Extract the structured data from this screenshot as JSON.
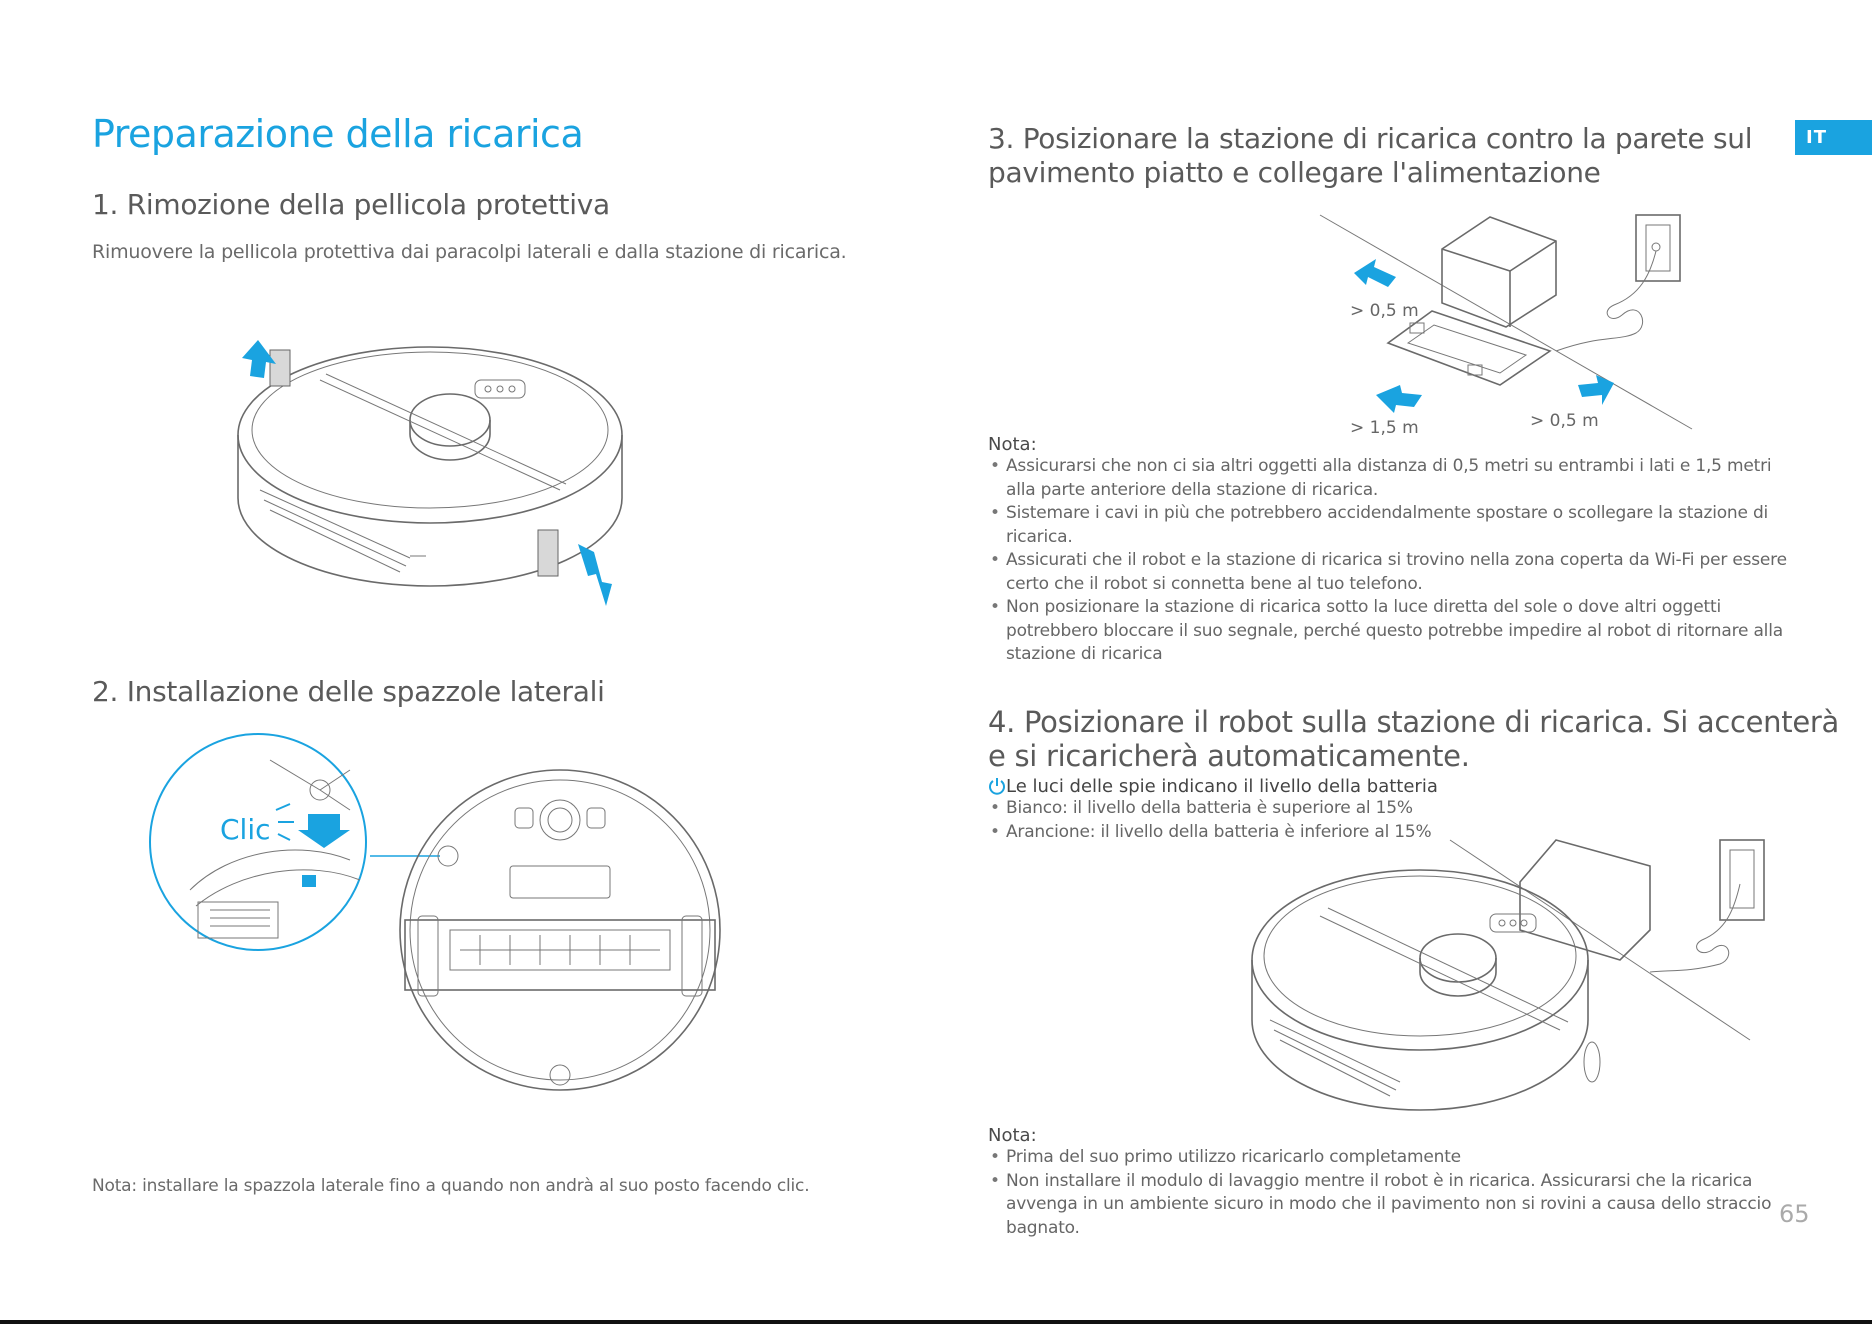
{
  "lang_tab": "IT",
  "page_number": "65",
  "left": {
    "title": "Preparazione della ricarica",
    "section1": {
      "heading": "1. Rimozione della pellicola protettiva",
      "text": "Rimuovere la pellicola protettiva dai paracolpi laterali e dalla stazione di ricarica."
    },
    "section2": {
      "heading": "2. Installazione delle spazzole laterali",
      "clic_label": "Clic",
      "note": "Nota: installare la spazzola laterale fino a quando non andrà al suo posto facendo clic."
    }
  },
  "right": {
    "section3": {
      "heading_line1": "3. Posizionare la stazione di ricarica contro la parete sul",
      "heading_line2": "pavimento piatto e collegare l'alimentazione",
      "dim_left": "> 0,5 m",
      "dim_front": "> 1,5 m",
      "dim_right": "> 0,5 m",
      "note_label": "Nota:",
      "notes": [
        "Assicurarsi che non ci sia altri oggetti alla distanza di 0,5 metri su entrambi i lati  e 1,5 metri alla parte anteriore della stazione di ricarica.",
        "Sistemare i cavi in più che potrebbero accidendalmente spostare o scollegare la stazione di ricarica.",
        "Assicurati che il robot e la stazione di ricarica si trovino nella zona coperta da Wi-Fi per essere certo che il robot si connetta bene al tuo telefono.",
        "Non posizionare la stazione di ricarica sotto la luce diretta del sole o dove altri oggetti potrebbero bloccare il suo segnale, perché questo potrebbe impedire al robot di ritornare alla stazione di ricarica"
      ]
    },
    "section4": {
      "heading_line1": "4.  Posizionare il robot sulla stazione di ricarica. Si accenterà",
      "heading_line2": "e si ricaricherà automaticamente.",
      "indicator_title": "Le luci delle spie indicano il livello della batteria",
      "indicators": [
        "Bianco: il livello della batteria è superiore al 15%",
        "Arancione: il livello della batteria è inferiore al 15%"
      ],
      "note_label": "Nota:",
      "notes": [
        "Prima del suo primo utilizzo ricaricarlo completamente",
        "Non installare il modulo di lavaggio mentre il robot è in ricarica. Assicurarsi che la ricarica avvenga in un ambiente sicuro in modo che il pavimento non si rovini a causa dello straccio bagnato."
      ]
    }
  }
}
